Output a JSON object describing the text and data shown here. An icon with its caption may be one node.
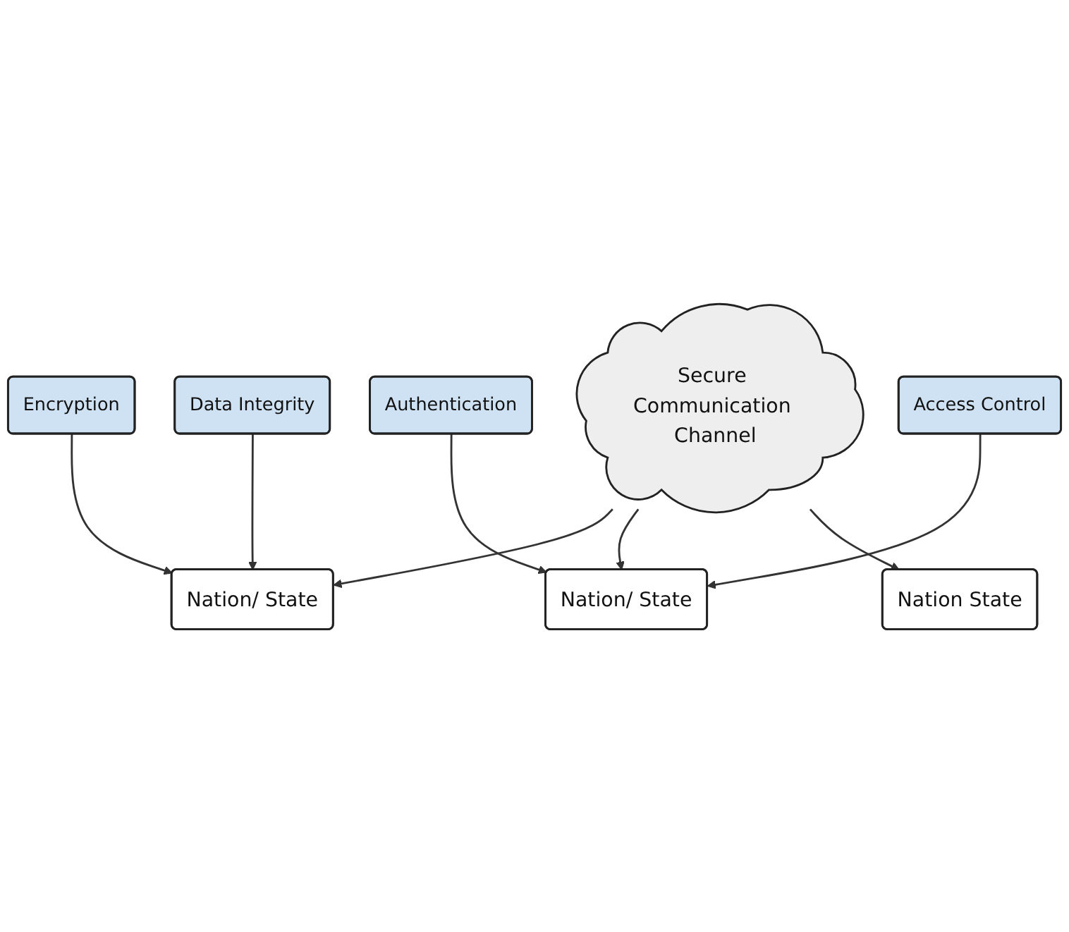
{
  "diagram": {
    "nodes": [
      {
        "text": [
          "Encryption"
        ]
      },
      {
        "text": [
          "Authentication"
        ]
      },
      {
        "text": [
          "Nation/ State"
        ]
      },
      {
        "text": [
          "Secure Communication Channel"
        ]
      },
      {
        "text": [
          "Nation/ State"
        ]
      },
      {
        "text": [
          "Data Integrity"
        ]
      },
      {
        "text": [
          "Access Control"
        ]
      },
      {
        "text": [
          "Nation State"
        ]
      }
    ],
    "edges": [
      {
        "from": 0,
        "to": 2,
        "arrow": "to"
      },
      {
        "from": 1,
        "to": 4,
        "arrow": "to"
      },
      {
        "from": 3,
        "to": 2,
        "arrow": "to"
      },
      {
        "from": 3,
        "to": 4,
        "arrow": "to"
      },
      {
        "from": 5,
        "to": 2,
        "arrow": "to"
      },
      {
        "from": 6,
        "to": 4,
        "arrow": "to"
      },
      {
        "from": 3,
        "to": 7,
        "arrow": "to"
      }
    ]
  }
}
